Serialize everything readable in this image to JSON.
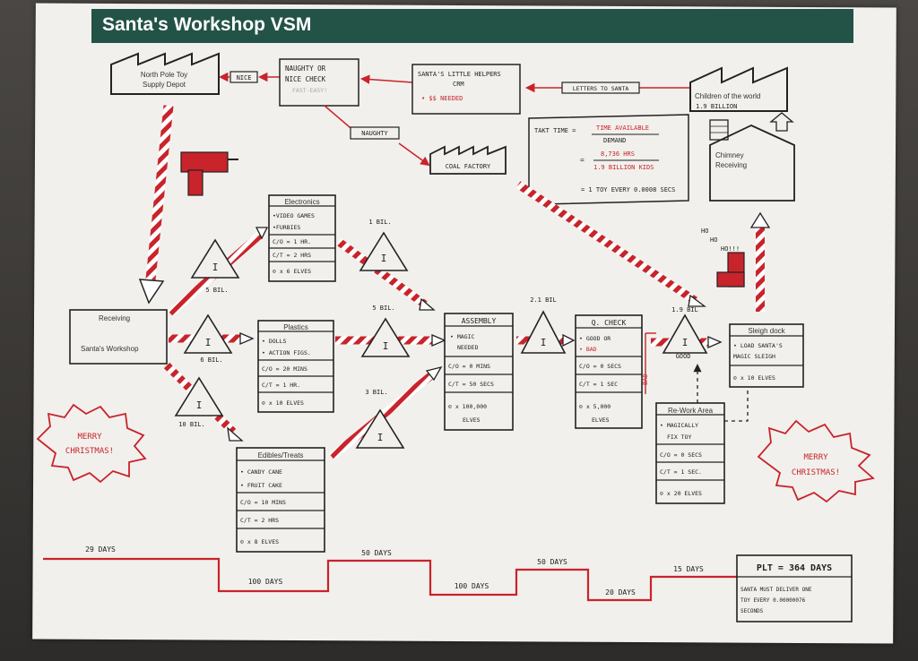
{
  "title": "Santa's Workshop VSM",
  "colors": {
    "header": "#235347",
    "accent_red": "#c9232b",
    "ink": "#222222",
    "paper": "#f1f0ec"
  },
  "supplier": {
    "name_line1": "North Pole Toy",
    "name_line2": "Supply Depot"
  },
  "flows": {
    "nice": "NICE",
    "naughty": "NAUGHTY",
    "letters": "LETTERS TO SANTA"
  },
  "naughty_check": {
    "line1": "NAUGHTY OR",
    "line2": "NICE CHECK",
    "note": "FAST-EASY!"
  },
  "crm": {
    "line1": "SANTA'S LITTLE HELPERS",
    "line2": "CRM",
    "note": "• $$ NEEDED"
  },
  "customer": {
    "line1": "Children of the world",
    "line2": "1.9 BILLION"
  },
  "coal": "COAL FACTORY",
  "takt": {
    "label": "TAKT TIME =",
    "numerator": "TIME AVAILABLE",
    "denominator": "DEMAND",
    "eq2_num": "8,736 HRS",
    "eq2_den": "1.9 BILLION KIDS",
    "result": "= 1 TOY EVERY 0.0008 SECS"
  },
  "chimney": {
    "line1": "Chimney",
    "line2": "Receiving"
  },
  "ho": [
    "HO",
    "HO",
    "HO!!!"
  ],
  "receiving": {
    "line1": "Receiving",
    "line2": "Santa's Workshop"
  },
  "inventory": {
    "inv_electronics_in": "5 BIL.",
    "inv_plastics_in": "6 BIL.",
    "inv_edibles_in": "10 BIL.",
    "inv_electronics_out": "1 BIL.",
    "inv_plastics_out": "5 BIL.",
    "inv_edibles_out": "3 BIL.",
    "inv_assembly_out": "2.1 BIL",
    "inv_qcheck_out": "1.9 BIL",
    "marker": "I"
  },
  "processes": {
    "electronics": {
      "name": "Electronics",
      "rows": [
        "•VIDEO GAMES",
        "•FURBIES",
        "C/O = 1 HR.",
        "C/T = 2 HRS",
        "⊙ x 6 ELVES"
      ]
    },
    "plastics": {
      "name": "Plastics",
      "rows": [
        "• DOLLS",
        "• ACTION FIGS.",
        "C/O = 20 MINS",
        "C/T = 1 HR.",
        "⊙ x 10 ELVES"
      ]
    },
    "edibles": {
      "name": "Edibles/Treats",
      "rows": [
        "• CANDY CANE",
        "• FRUIT CAKE",
        "C/O = 10 MINS",
        "C/T = 2 HRS",
        "⊙ x 8 ELVES"
      ]
    },
    "assembly": {
      "name": "ASSEMBLY",
      "rows": [
        "• MAGIC",
        "NEEDED",
        "C/O = 0 MINS",
        "C/T = 50 SECS",
        "⊙ x 100,000",
        "ELVES"
      ]
    },
    "qcheck": {
      "name": "Q. CHECK",
      "rows": [
        "• GOOD OR",
        "• BAD",
        "C/O = 0 SECS",
        "C/T = 1 SEC",
        "⊙ x 5,000",
        "ELVES"
      ]
    },
    "sleigh": {
      "name": "Sleigh dock",
      "rows": [
        "• LOAD SANTA'S",
        "MAGIC SLEIGH",
        "⊙ x 10 ELVES"
      ]
    },
    "rework": {
      "name": "Re-Work Area",
      "rows": [
        "• MAGICALLY",
        "FIX TOY",
        "C/O = 0 SECS",
        "C/T = 1 SEC.",
        "⊙ x 20 ELVES"
      ]
    }
  },
  "good_label": "GOOD",
  "bad_label": "BAD",
  "merry": {
    "left_1": "MERRY",
    "left_2": "CHRISTMAS!",
    "right_1": "MERRY",
    "right_2": "CHRISTMAS!"
  },
  "timeline": {
    "wait_days": [
      "29 DAYS",
      "50 DAYS",
      "50 DAYS",
      "15 DAYS"
    ],
    "process_days": [
      "100 DAYS",
      "100 DAYS",
      "20 DAYS"
    ]
  },
  "summary": {
    "plt": "PLT = 364 DAYS",
    "line1": "SANTA MUST DELIVER ONE",
    "line2": "TOY EVERY 0.00000076",
    "line3": "SECONDS"
  }
}
